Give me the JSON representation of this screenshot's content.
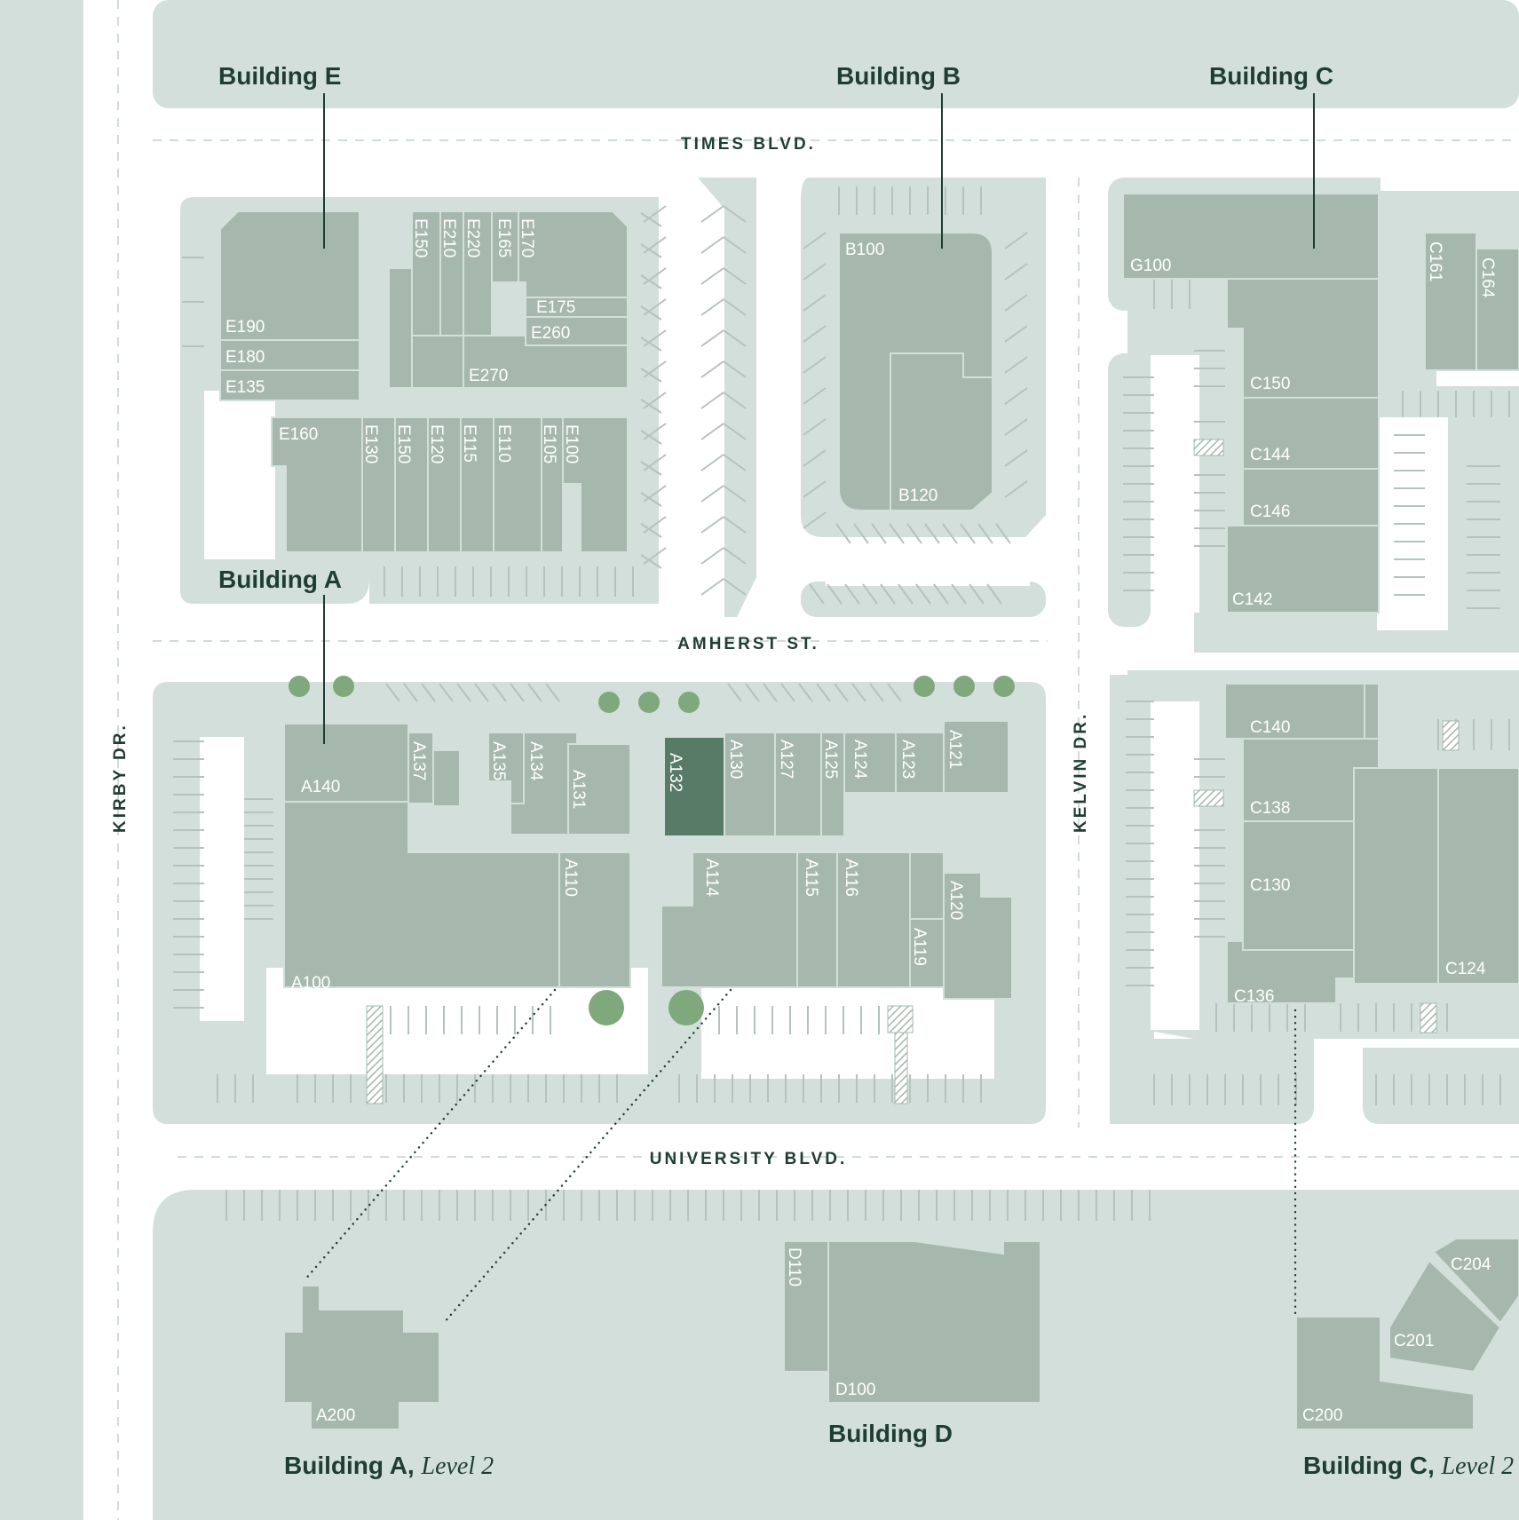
{
  "map": {
    "highlight_unit": "A132",
    "colors": {
      "background": "#ffffff",
      "lot": "#d2dfda",
      "building": "#a6b8ae",
      "highlight": "#587b68",
      "tree": "#7fa87c",
      "text_dark": "#1f3d33",
      "unit_label": "#ffffff"
    },
    "streets": {
      "times": "TIMES BLVD.",
      "amherst": "AMHERST ST.",
      "university": "UNIVERSITY BLVD.",
      "kirby": "KIRBY DR.",
      "kelvin": "KELVIN DR."
    },
    "buildings": {
      "e": "Building E",
      "b": "Building B",
      "c": "Building C",
      "a": "Building A",
      "d": "Building D",
      "a2_name": "Building A,",
      "a2_level": "Level 2",
      "c2_name": "Building C,",
      "c2_level": "Level 2"
    },
    "units": {
      "E190": "E190",
      "E180": "E180",
      "E135": "E135",
      "E150a": "E150",
      "E210": "E210",
      "E220": "E220",
      "E165": "E165",
      "E170": "E170",
      "E175": "E175",
      "E260": "E260",
      "E270": "E270",
      "E160": "E160",
      "E130": "E130",
      "E150b": "E150",
      "E120": "E120",
      "E115": "E115",
      "E110": "E110",
      "E105": "E105",
      "E100": "E100",
      "B100": "B100",
      "B120": "B120",
      "G100": "G100",
      "C161": "C161",
      "C164": "C164",
      "C150": "C150",
      "C144": "C144",
      "C146": "C146",
      "C142": "C142",
      "C140": "C140",
      "C138": "C138",
      "C130": "C130",
      "C136": "C136",
      "C124": "C124",
      "A140": "A140",
      "A137": "A137",
      "A135": "A135",
      "A134": "A134",
      "A131": "A131",
      "A132": "A132",
      "A130": "A130",
      "A127": "A127",
      "A125": "A125",
      "A124": "A124",
      "A123": "A123",
      "A121": "A121",
      "A100": "A100",
      "A110": "A110",
      "A114": "A114",
      "A115": "A115",
      "A116": "A116",
      "A120": "A120",
      "A119": "A119",
      "A200": "A200",
      "D110": "D110",
      "D100": "D100",
      "C204": "C204",
      "C201": "C201",
      "C200": "C200"
    }
  }
}
